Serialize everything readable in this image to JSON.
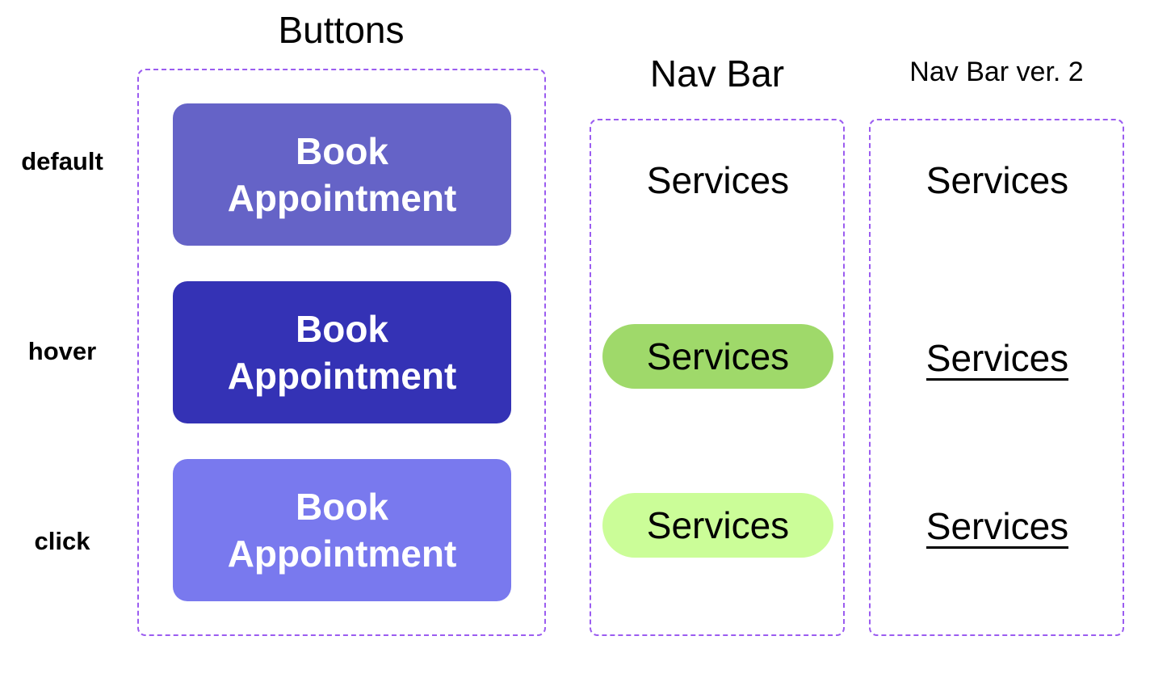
{
  "titles": {
    "buttons": "Buttons",
    "nav_bar": "Nav Bar",
    "nav_bar_v2": "Nav Bar ver. 2"
  },
  "states": {
    "default": "default",
    "hover": "hover",
    "click": "click"
  },
  "buttons": {
    "label_line1": "Book",
    "label_line2": "Appointment",
    "colors": {
      "default": "#6563c7",
      "hover": "#3432b5",
      "click": "#7979ee"
    }
  },
  "nav_bar": {
    "item_label": "Services",
    "colors": {
      "hover": "#9fd96a",
      "click": "#cbfd98"
    }
  },
  "nav_bar_v2": {
    "item_label": "Services"
  },
  "frame_color": "#9b5cf0"
}
